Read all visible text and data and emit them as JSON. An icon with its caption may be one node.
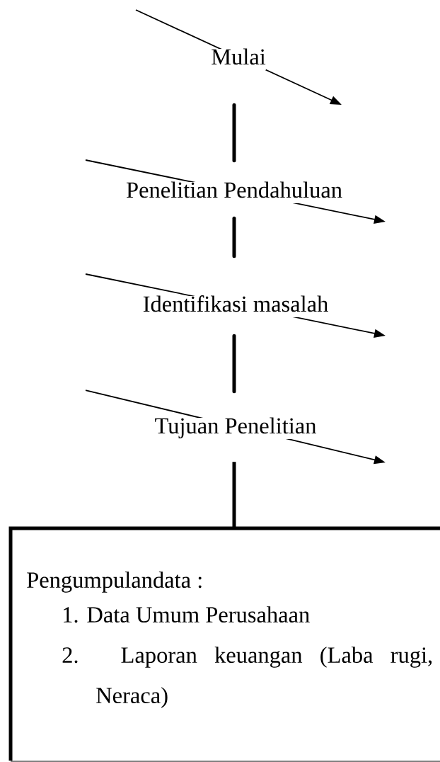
{
  "diagram": {
    "nodes": [
      {
        "text": [
          "Mulai"
        ]
      },
      {
        "text": [
          "Penelitian Pendahuluan"
        ]
      },
      {
        "text": [
          "Identifikasi masalah"
        ]
      },
      {
        "text": [
          "Tujuan Penelitian"
        ]
      },
      {
        "text": [
          "Pengumpulandata :",
          "1. Data Umum Perusahaan",
          "2. Laporan keuangan (Laba rugi, Neraca)"
        ]
      }
    ],
    "edges": [
      {
        "from": 0,
        "to": 1,
        "arrow": "none"
      },
      {
        "from": 1,
        "to": 2,
        "arrow": "none"
      },
      {
        "from": 2,
        "to": 3,
        "arrow": "none"
      },
      {
        "from": 3,
        "to": 4,
        "arrow": "none"
      }
    ]
  }
}
